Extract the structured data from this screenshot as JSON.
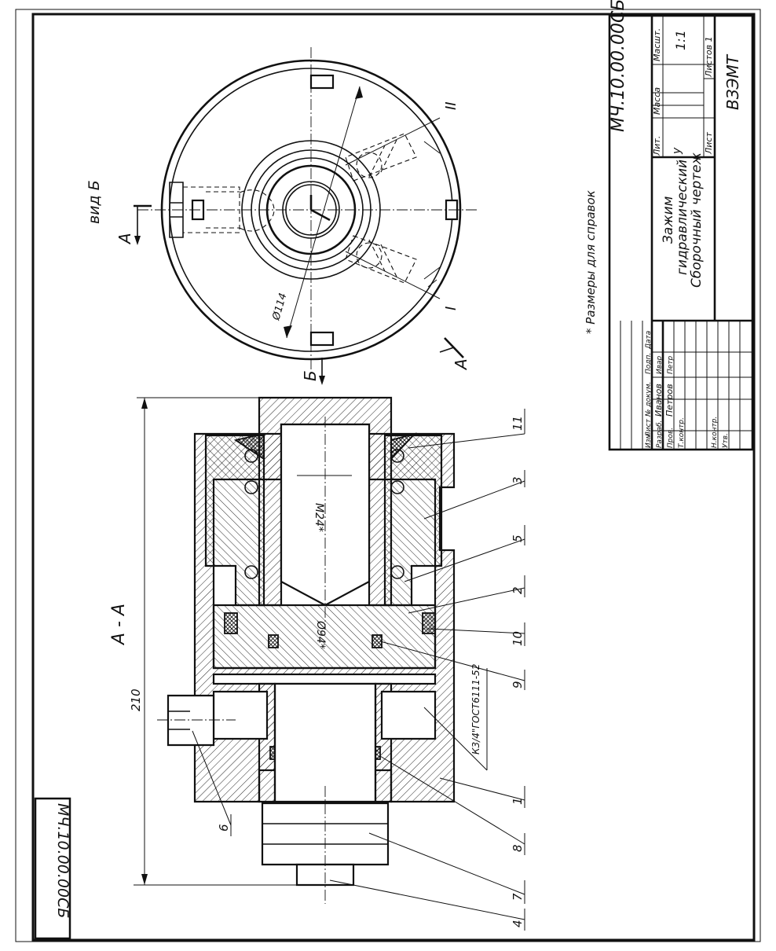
{
  "stamp_code": "МЧ.10.00.00СБ",
  "section_label": "А - А",
  "view_label": "вид Б",
  "section_marker": "А",
  "view_marker": "Б",
  "dimensions": {
    "overall_length": "210",
    "outer_diameter": "Ø114",
    "thread": "М24*",
    "bore": "Ø94*",
    "port_thread": "К3/4\"ГОСТ6111-52"
  },
  "view_marks": {
    "first": "I",
    "second": "II"
  },
  "note": "* Размеры для справок",
  "callouts": [
    "1",
    "2",
    "3",
    "4",
    "5",
    "6",
    "7",
    "8",
    "9",
    "10",
    "11"
  ],
  "title_block": {
    "code": "МЧ.10.00.00СБ",
    "name_line1": "Зажим",
    "name_line2": "гидравлический",
    "name_line3": "Сборочный чертеж",
    "lit_header": "Лит.",
    "mass_header": "Масса",
    "scale_header": "Масшт.",
    "lit_value": "у",
    "scale_value": "1:1",
    "sheet_label": "Лист",
    "sheets_label": "Листов 1",
    "org": "ВЗЭМТ",
    "header_cols": [
      "Изм",
      "Лист",
      "№ докум.",
      "Подп.",
      "Дата"
    ],
    "rows": [
      {
        "role": "Разраб.",
        "name": "Иванов",
        "sign": "Ивар"
      },
      {
        "role": "Пров.",
        "name": "Петров",
        "sign": "Петр"
      },
      {
        "role": "Т.контр.",
        "name": "",
        "sign": ""
      },
      {
        "role": "Н.контр.",
        "name": "",
        "sign": ""
      },
      {
        "role": "Утв.",
        "name": "",
        "sign": ""
      }
    ]
  }
}
